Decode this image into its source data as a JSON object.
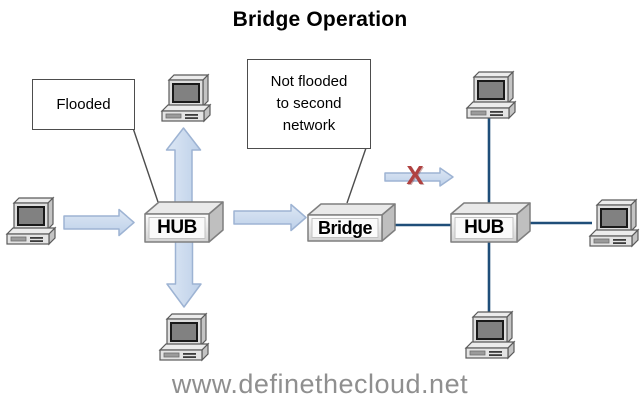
{
  "title": "Bridge Operation",
  "callouts": {
    "flooded": {
      "text": "Flooded"
    },
    "not_flooded": {
      "lines": [
        "Not flooded",
        "to second",
        "network"
      ]
    }
  },
  "devices": {
    "hub1": {
      "label": "HUB"
    },
    "bridge": {
      "label": "Bridge"
    },
    "hub2": {
      "label": "HUB"
    },
    "computer_icons": [
      "pc-left",
      "pc-top-center",
      "pc-bottom-center",
      "pc-top-right",
      "pc-right-middle",
      "pc-bottom-right"
    ]
  },
  "markers": {
    "blocked": "X"
  },
  "footer": {
    "watermark": "www.definethecloud.net"
  },
  "colors": {
    "arrow_fill_light": "#dde7f4",
    "arrow_fill_dark": "#bdd0e9",
    "arrow_stroke": "#9db3d3",
    "network_line": "#1f4e79",
    "blocked_x": "#b04140",
    "callout_border": "#4d4d4d",
    "watermark_gray": "#8f8f8f"
  }
}
